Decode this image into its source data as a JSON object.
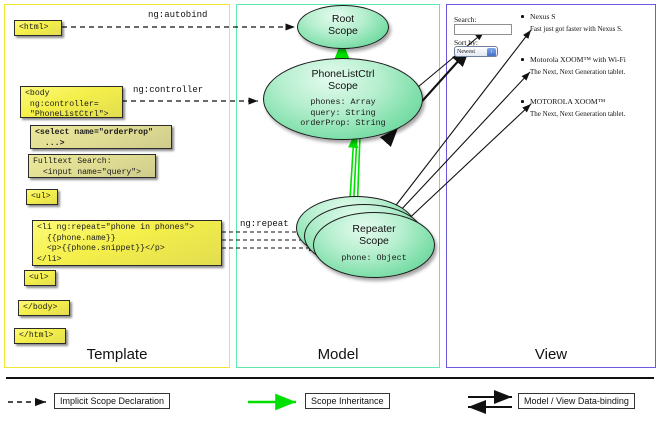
{
  "panels": [
    {
      "id": "template",
      "label": "Template",
      "border_color": "#f2e833"
    },
    {
      "id": "model",
      "label": "Model",
      "border_color": "#5fe8b0"
    },
    {
      "id": "view",
      "label": "View",
      "border_color": "#6a5bdc"
    }
  ],
  "template": {
    "boxes": [
      {
        "name": "html-open-box",
        "text": "<html>"
      },
      {
        "name": "body-open-box",
        "text": "<body\n ng:controller=\n \"PhoneListCtrl\">"
      },
      {
        "name": "select-box",
        "text": "<select name=\"orderProp\"\n  ...>"
      },
      {
        "name": "search-box",
        "text": "Fulltext Search:\n  <input name=\"query\">"
      },
      {
        "name": "ul-open-box",
        "text": "<ul>"
      },
      {
        "name": "li-repeat-box",
        "text": "<li ng:repeat=\"phone in phones\">\n  {{phone.name}}\n  <p>{{phone.snippet}}</p>\n</li>"
      },
      {
        "name": "ul-close-box",
        "text": "<ul>"
      },
      {
        "name": "body-close-box",
        "text": "</body>"
      },
      {
        "name": "html-close-box",
        "text": "</html>"
      }
    ]
  },
  "model": {
    "scopes": [
      {
        "name": "root-scope",
        "title": "Root\nScope",
        "props": ""
      },
      {
        "name": "phonelistctrl-scope",
        "title": "PhoneListCtrl\nScope",
        "props_plain": "phones: Array\nquery: String",
        "props_bold": "orderProp: String"
      },
      {
        "name": "repeater-scope",
        "title": "Repeater\nScope",
        "props_plain": "phone: Object"
      }
    ]
  },
  "view": {
    "search_label": "Search:",
    "search_value": "",
    "sort_label": "Sort by:",
    "sort_selected": "Newest",
    "sort_options": [
      "Newest"
    ],
    "phones": [
      {
        "name": "Nexus S",
        "snippet": "Fast just got faster with Nexus S."
      },
      {
        "name": "Motorola XOOM™ with Wi-Fi",
        "snippet": "The Next, Next Generation tablet."
      },
      {
        "name": "MOTOROLA XOOM™",
        "snippet": "The Next, Next Generation tablet."
      }
    ]
  },
  "connectors": [
    {
      "name": "ng-autobind-label",
      "text": "ng:autobind"
    },
    {
      "name": "ng-controller-label",
      "text": "ng:controller"
    },
    {
      "name": "ng-repeat-label",
      "text": "ng:repeat"
    }
  ],
  "legend": [
    {
      "name": "legend-implicit-scope",
      "text": "Implicit Scope Declaration",
      "marker": "dashed-arrow",
      "color": "#111111"
    },
    {
      "name": "legend-scope-inheritance",
      "text": "Scope Inheritance",
      "marker": "green-arrow",
      "color": "#00e000"
    },
    {
      "name": "legend-data-binding",
      "text": "Model / View Data-binding",
      "marker": "double-arrow",
      "color": "#111111"
    }
  ],
  "colors": {
    "code_box_fill": "#f4ef4a",
    "scope_fill": "#7fdfaa",
    "inheritance_arrow": "#00e000",
    "template_border": "#f2e833",
    "model_border": "#5fe8b0",
    "view_border": "#6a5bdc"
  }
}
